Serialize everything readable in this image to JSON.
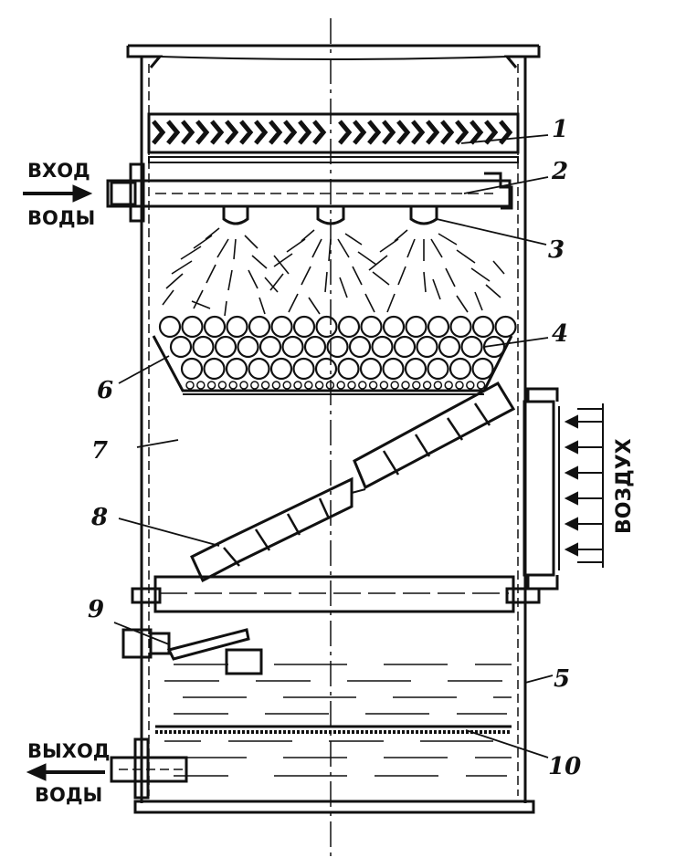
{
  "labels": {
    "water_in": [
      "ВХОД",
      "ВОДЫ"
    ],
    "water_out": [
      "ВЫХОД",
      "ВОДЫ"
    ],
    "air": "ВОЗДУХ"
  },
  "callouts": [
    {
      "id": "eliminator",
      "text": "1"
    },
    {
      "id": "distributor-pipe",
      "text": "2"
    },
    {
      "id": "nozzle",
      "text": "3"
    },
    {
      "id": "ball-packing",
      "text": "4"
    },
    {
      "id": "housing-wall",
      "text": "5"
    },
    {
      "id": "packing-tray",
      "text": "6"
    },
    {
      "id": "chamber",
      "text": "7"
    },
    {
      "id": "inclined-separator",
      "text": "8"
    },
    {
      "id": "float-valve",
      "text": "9"
    },
    {
      "id": "bottom-screen",
      "text": "10"
    }
  ],
  "colors": {
    "ink": "#111111",
    "paper": "#ffffff"
  }
}
